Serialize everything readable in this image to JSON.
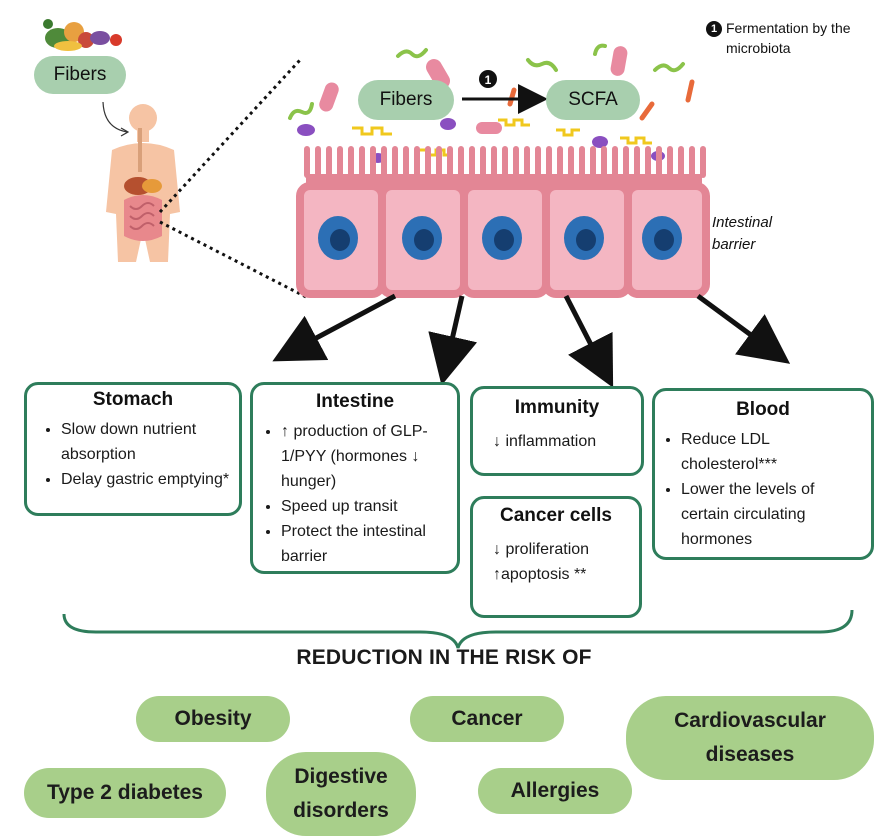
{
  "colors": {
    "box_border": "#2e7d5b",
    "pill_green": "#a8cfae",
    "risk_green": "#a8cf8a",
    "cell_pink": "#e59aa6",
    "nucleus_blue": "#2c6fb5"
  },
  "fibers_pill_left": "Fibers",
  "fibers_pill_center": "Fibers",
  "scfa_pill": "SCFA",
  "step_number": "1",
  "legend_number": "1",
  "legend_text_line1": "Fermentation by the",
  "legend_text_line2": "microbiota",
  "barrier_label_line1": "Intestinal",
  "barrier_label_line2": "barrier",
  "icons": [
    "vegetables-icon",
    "human-digestive-icon",
    "bacteria-icon",
    "intestinal-cell-icon"
  ],
  "stomach": {
    "title": "Stomach",
    "items": [
      "Slow down nutrient absorption",
      "Delay gastric emptying*"
    ]
  },
  "intestine": {
    "title": "Intestine",
    "items": [
      "↑ production of GLP-1/PYY (hormones ↓ hunger)",
      "Speed up transit",
      "Protect the intestinal barrier"
    ]
  },
  "immunity": {
    "title": "Immunity",
    "text": "↓ inflammation"
  },
  "cancer_cells": {
    "title": "Cancer cells",
    "line1": "↓ proliferation",
    "line2": "↑apoptosis **"
  },
  "blood": {
    "title": "Blood",
    "items": [
      "Reduce LDL cholesterol***",
      "Lower the levels of certain circulating hormones"
    ]
  },
  "reduction_title": "REDUCTION IN THE RISK OF",
  "risks": {
    "obesity": "Obesity",
    "cancer": "Cancer",
    "cardio_line1": "Cardiovascular",
    "cardio_line2": "diseases",
    "diabetes": "Type 2 diabetes",
    "digestive_line1": "Digestive",
    "digestive_line2": "disorders",
    "allergies": "Allergies"
  }
}
